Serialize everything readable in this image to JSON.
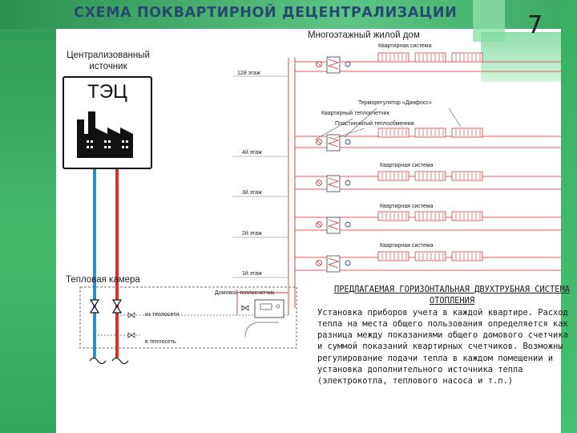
{
  "slide": {
    "title": "СХЕМА ПОКВАРТИРНОЙ ДЕЦЕНТРАЛИЗАЦИИ",
    "number": "7"
  },
  "source": {
    "label": "Централизованный источник",
    "plant": "ТЭЦ"
  },
  "building": {
    "label": "Многоэтажный жилой дом"
  },
  "floors": [
    "12й этаж",
    "4й этаж",
    "3й этаж",
    "2й этаж",
    "1й этаж"
  ],
  "apartment_system_label": "Квартирная система",
  "callouts": {
    "thermostat": "Терморегулятор «Данфосс»",
    "apartment_meter": "Квартирный теплосчетчик",
    "plate_exchanger": "Пластинчатый теплообменник"
  },
  "heat_chamber": {
    "label": "Тепловая камера",
    "building_meter": "Домовой теплосчетчик",
    "from_network": "из теплосети",
    "to_network": "в теплосеть"
  },
  "note": {
    "heading": "ПРЕДЛАГАЕМАЯ ГОРИЗОНТАЛЬНАЯ ДВУХТРУБНАЯ СИСТЕМА ОТОПЛЕНИЯ",
    "body": "Установка приборов учета в каждой квартире. Расход тепла на места общего пользования определяется как разница между показаниями общего домового счетчика и суммой показаний квартирных счетчиков. Возможны регулирование подачи тепла в каждом помещении и установка дополнительного источника тепла (электрокотла, теплового насоса и т.п.)"
  },
  "colors": {
    "supply": "#e0302a",
    "return": "#2a8fd0",
    "pipe": "#e85a5a",
    "accent": "#3aaf63"
  }
}
